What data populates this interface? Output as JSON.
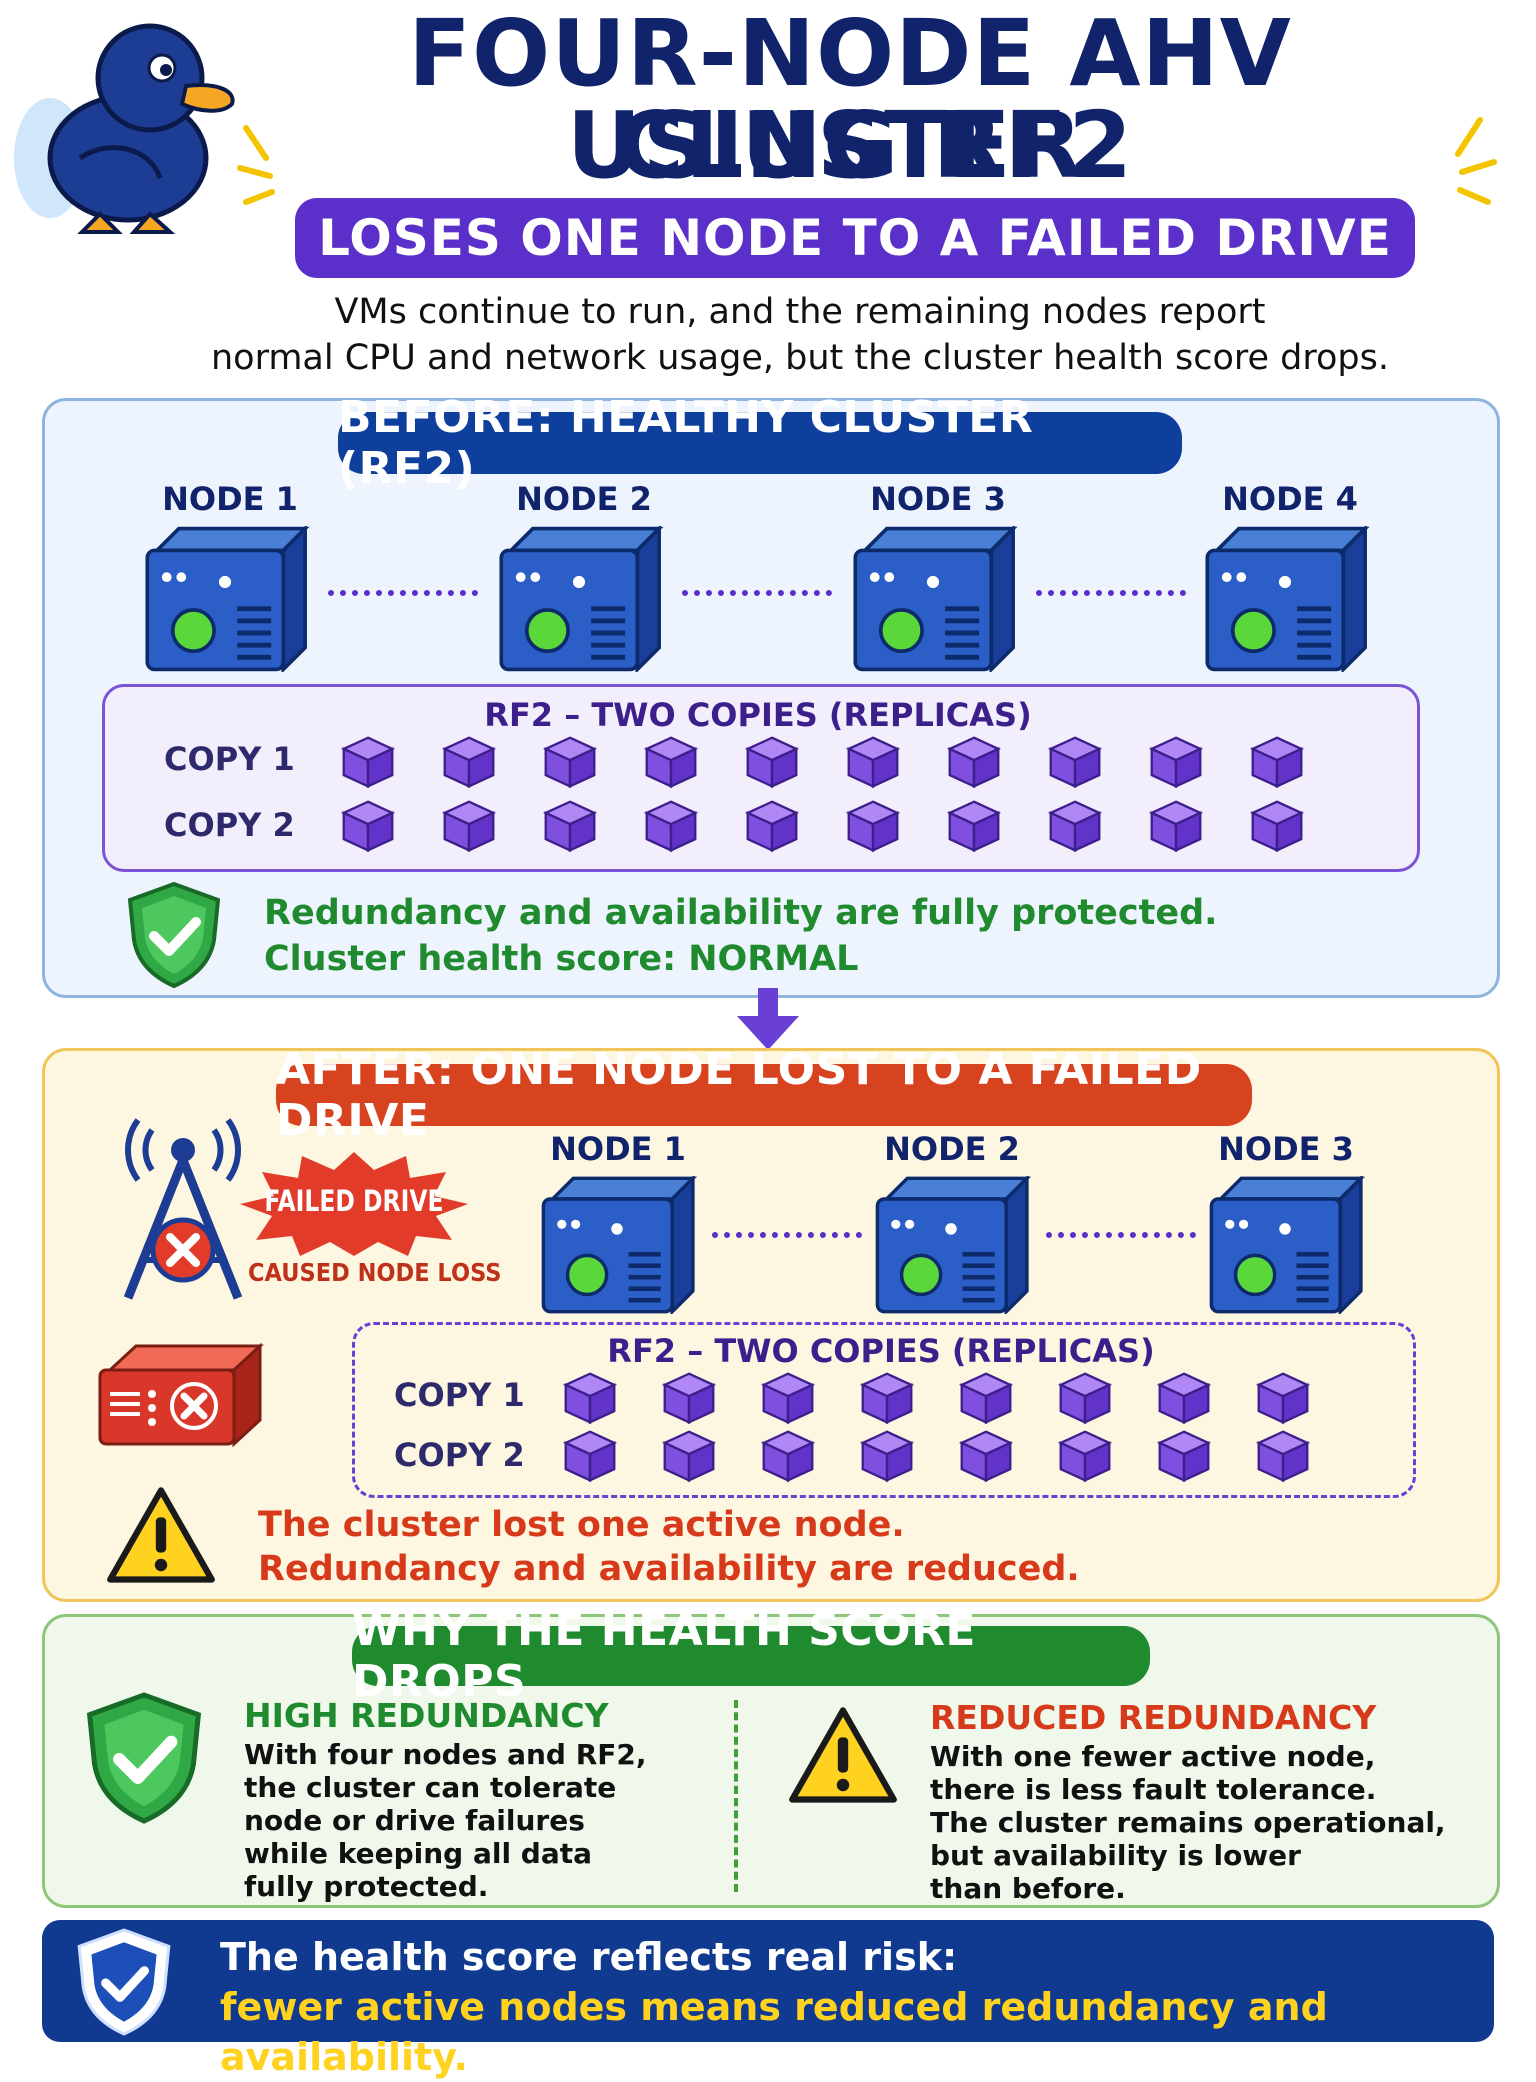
{
  "header": {
    "title_line1": "FOUR-NODE AHV CLUSTER",
    "title_line2": "USING RF2",
    "subtitle": "LOSES ONE NODE TO A FAILED DRIVE",
    "intro_line1": "VMs continue to run, and the remaining nodes report",
    "intro_line2": "normal CPU and network usage, but the cluster health score drops."
  },
  "before": {
    "heading": "BEFORE: HEALTHY CLUSTER (RF2)",
    "nodes": [
      "NODE 1",
      "NODE 2",
      "NODE 3",
      "NODE 4"
    ],
    "replica_title": "RF2 – TWO COPIES (REPLICAS)",
    "copy1_label": "COPY 1",
    "copy2_label": "COPY 2",
    "blocks_per_copy": 10,
    "status_line1": "Redundancy and availability are fully protected.",
    "status_line2": "Cluster health score: NORMAL"
  },
  "after": {
    "heading": "AFTER: ONE NODE LOST TO A FAILED DRIVE",
    "failed_badge": "FAILED DRIVE",
    "failed_caption": "CAUSED NODE LOSS",
    "nodes": [
      "NODE 1",
      "NODE 2",
      "NODE 3"
    ],
    "replica_title": "RF2 – TWO COPIES (REPLICAS)",
    "copy1_label": "COPY 1",
    "copy2_label": "COPY 2",
    "blocks_per_copy": 8,
    "status_line1": "The cluster lost one active node.",
    "status_line2": "Redundancy and availability are reduced."
  },
  "why": {
    "heading": "WHY THE HEALTH SCORE DROPS",
    "left_title": "HIGH REDUNDANCY",
    "left_lines": [
      "With four nodes and RF2,",
      "the cluster can tolerate",
      "node or drive failures",
      "while keeping all data",
      "fully protected."
    ],
    "right_title": "REDUCED REDUNDANCY",
    "right_lines": [
      "With one fewer active node,",
      "there is less fault tolerance.",
      "The cluster remains operational,",
      "but availability is lower",
      "than before."
    ]
  },
  "footer": {
    "line1": "The health score reflects real risk:",
    "line2": "fewer active nodes means reduced redundancy and availability."
  },
  "colors": {
    "navy": "#10236b",
    "purple": "#5b2fc9",
    "blue_pill": "#0f3f9c",
    "red_pill": "#d8431f",
    "green_pill": "#1f8a2e",
    "green_text": "#1f8a2e",
    "red_text": "#d63a1a",
    "footer_yellow": "#ffd21f"
  },
  "icons": {
    "mascot": "duck-mascot-icon",
    "healthy": "shield-check-icon",
    "warning": "warning-triangle-icon",
    "failed_drive": "failed-drive-icon",
    "tower": "antenna-tower-failed-icon"
  }
}
